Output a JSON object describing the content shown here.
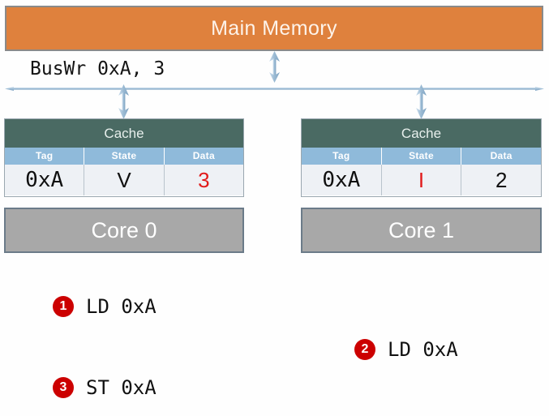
{
  "diagram": {
    "title_bar": {
      "label": "Main Memory",
      "color": "#df813d"
    },
    "bus": {
      "message": "BusWr 0xA, 3",
      "line_color": "#a9c6dd",
      "connector_icon": "double-arrow-vertical-icon",
      "endpoints_icon": "double-arrow-horizontal-icon"
    },
    "nodes": [
      {
        "id": "core0",
        "cache": {
          "title": "Cache",
          "columns": [
            "Tag",
            "State",
            "Data"
          ],
          "row": [
            {
              "value": "0xA",
              "color": "#101010",
              "mono": true
            },
            {
              "value": "V",
              "color": "#101010",
              "mono": false
            },
            {
              "value": "3",
              "color": "#e11b1b",
              "mono": false
            }
          ]
        },
        "core_label": "Core 0"
      },
      {
        "id": "core1",
        "cache": {
          "title": "Cache",
          "columns": [
            "Tag",
            "State",
            "Data"
          ],
          "row": [
            {
              "value": "0xA",
              "color": "#101010",
              "mono": true
            },
            {
              "value": "I",
              "color": "#e11b1b",
              "mono": false
            },
            {
              "value": "2",
              "color": "#101010",
              "mono": false
            }
          ]
        },
        "core_label": "Core 1"
      }
    ],
    "steps": [
      {
        "number": "1",
        "text": "LD 0xA"
      },
      {
        "number": "2",
        "text": "LD 0xA"
      },
      {
        "number": "3",
        "text": "ST 0xA"
      }
    ],
    "colors": {
      "memory": "#df813d",
      "cache_title": "#4a6a63",
      "cache_header": "#8fbada",
      "core": "#a8a8a8",
      "badge": "#cc0000",
      "highlight": "#e11b1b"
    }
  }
}
